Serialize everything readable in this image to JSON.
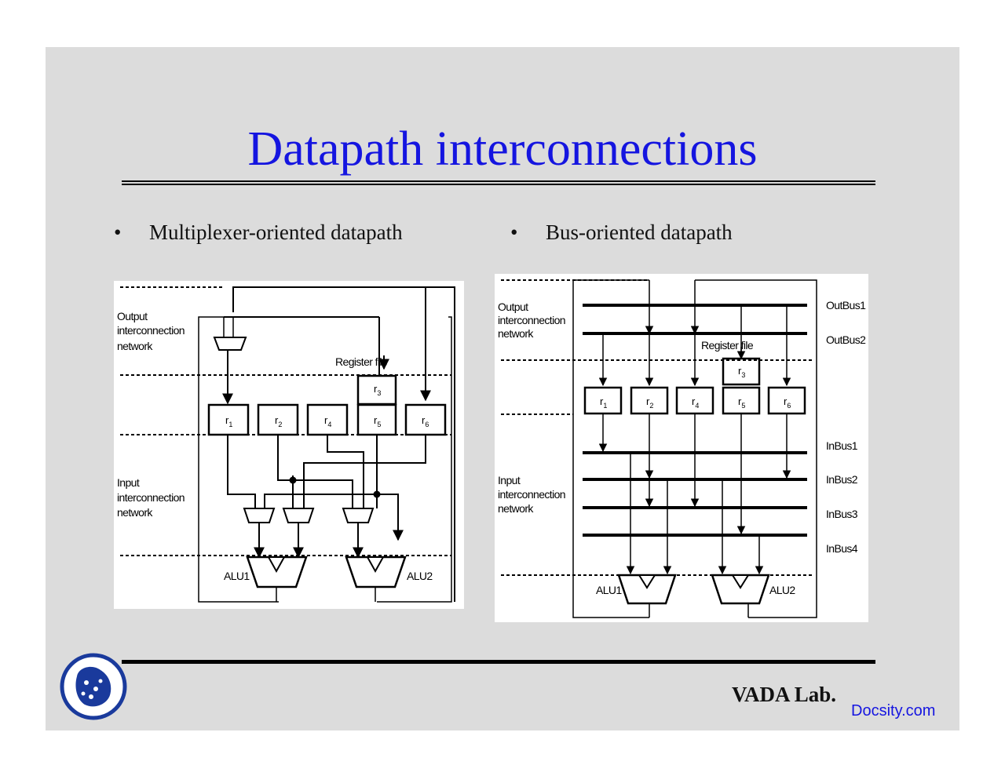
{
  "slide": {
    "title": "Datapath interconnections",
    "bullets": [
      {
        "marker": "•",
        "text": "Multiplexer-oriented datapath"
      },
      {
        "marker": "•",
        "text": "Bus-oriented datapath"
      }
    ],
    "footer": {
      "lab": "VADA Lab.",
      "watermark": "Docsity.com"
    },
    "colors": {
      "title": "#1515e0",
      "background": "#dcdcdc"
    }
  },
  "mux_diagram": {
    "output_label": [
      "Output",
      "interconnection",
      "network"
    ],
    "input_label": [
      "Input",
      "interconnection",
      "network"
    ],
    "register_file_label": "Register file",
    "registers": [
      {
        "letter": "r",
        "sub": "1"
      },
      {
        "letter": "r",
        "sub": "2"
      },
      {
        "letter": "r",
        "sub": "4"
      },
      {
        "letter": "r",
        "sub": "5"
      },
      {
        "letter": "r",
        "sub": "6"
      },
      {
        "letter": "r",
        "sub": "3"
      }
    ],
    "alus": [
      "ALU1",
      "ALU2"
    ]
  },
  "bus_diagram": {
    "output_label": [
      "Output",
      "interconnection",
      "network"
    ],
    "input_label": [
      "Input",
      "interconnection",
      "network"
    ],
    "register_file_label": "Register file",
    "registers": [
      {
        "letter": "r",
        "sub": "1"
      },
      {
        "letter": "r",
        "sub": "2"
      },
      {
        "letter": "r",
        "sub": "4"
      },
      {
        "letter": "r",
        "sub": "5"
      },
      {
        "letter": "r",
        "sub": "6"
      },
      {
        "letter": "r",
        "sub": "3"
      }
    ],
    "buses": [
      "OutBus1",
      "OutBus2",
      "InBus1",
      "InBus2",
      "InBus3",
      "InBus4"
    ],
    "alus": [
      "ALU1",
      "ALU2"
    ]
  }
}
